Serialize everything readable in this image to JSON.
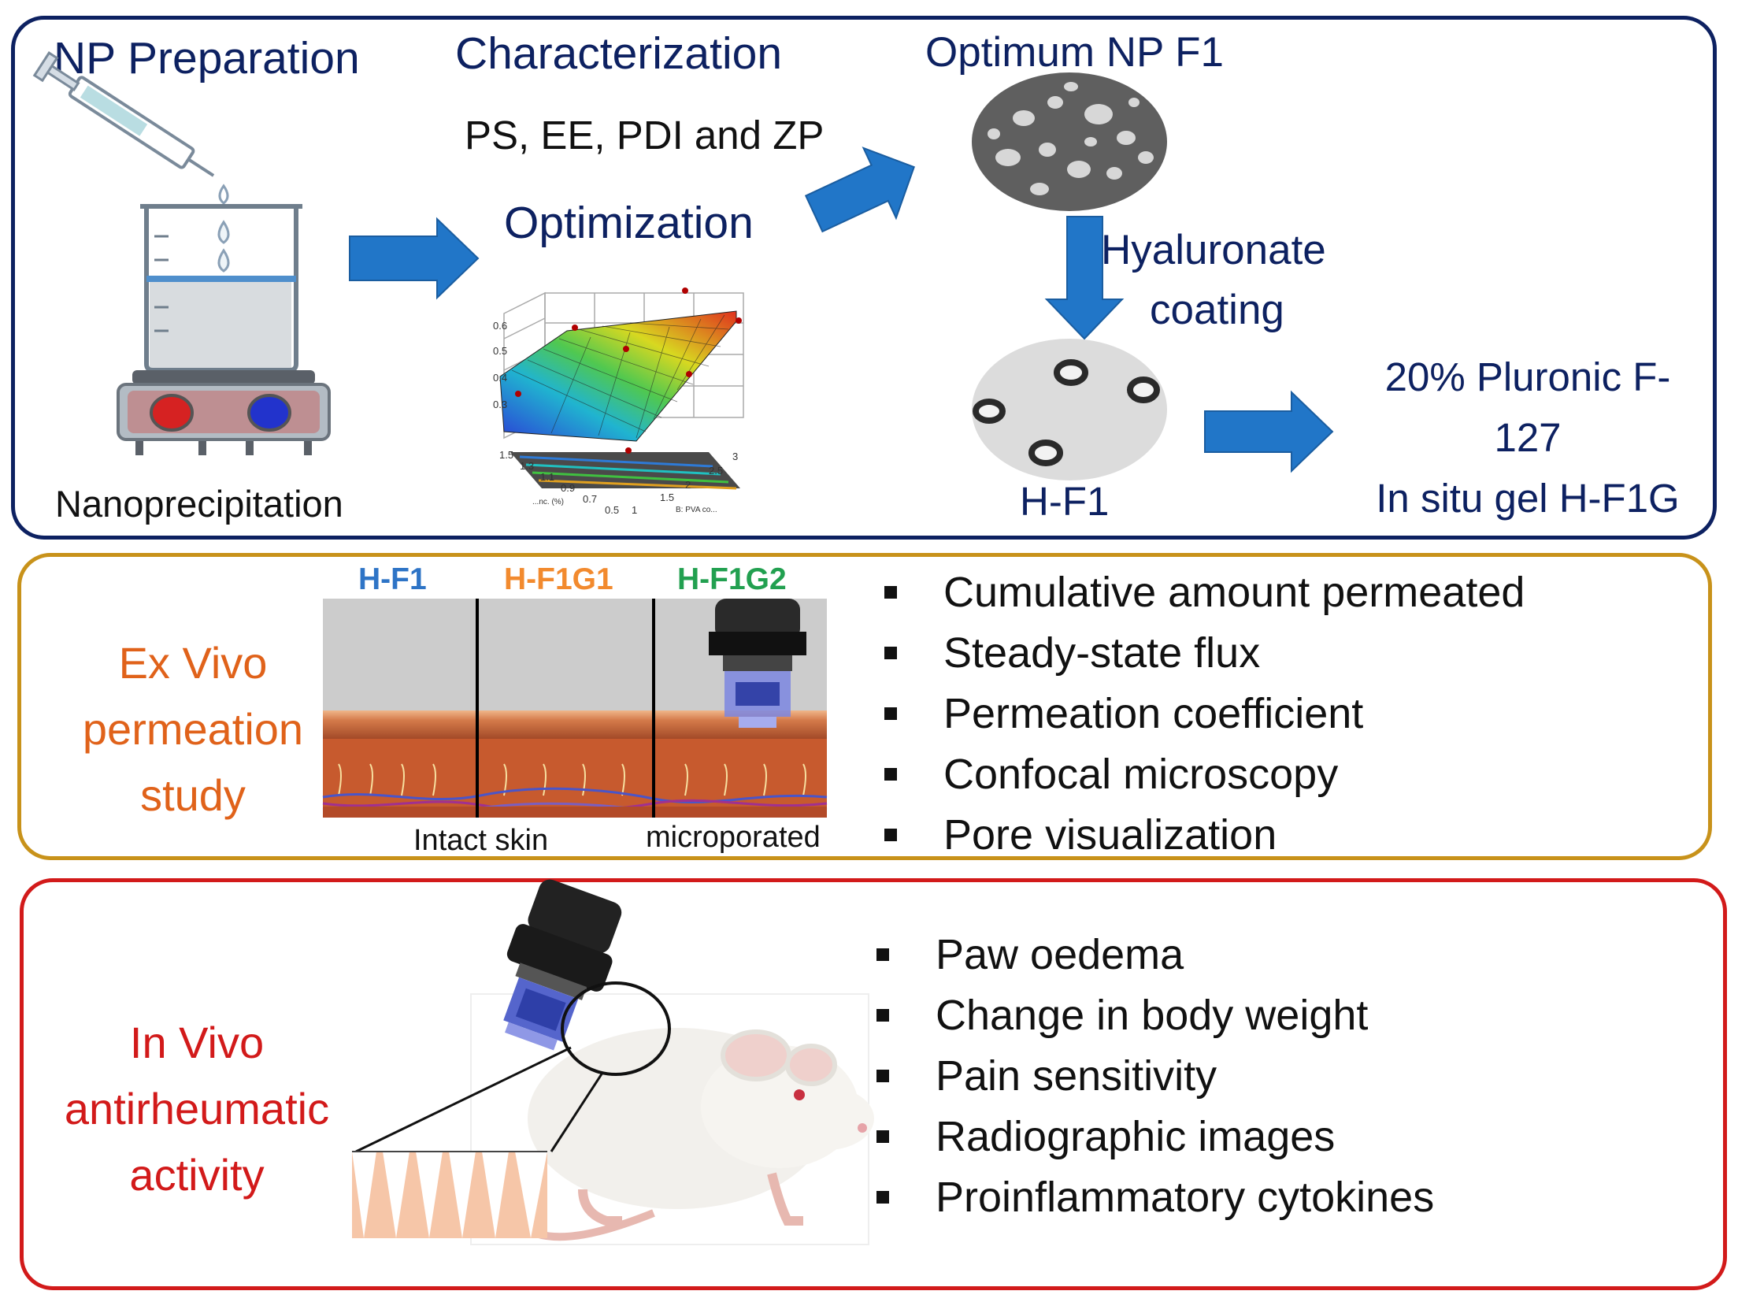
{
  "colors": {
    "navy": "#0d2161",
    "gold": "#c8921a",
    "red": "#d21a1a",
    "orange": "#e0621a",
    "arrow_blue": "#2176c8",
    "hf1_blue": "#2e74c6",
    "hf1g1_orange": "#f28a2e",
    "hf1g2_green": "#22a050"
  },
  "top": {
    "np_preparation": "NP Preparation",
    "characterization": "Characterization",
    "char_params": "PS, EE, PDI and ZP",
    "optimization": "Optimization",
    "optimum": "Optimum NP F1",
    "hyaluronate": "Hyaluronate",
    "coating": "coating",
    "hf1": "H-F1",
    "pluronic_line1": "20% Pluronic F-",
    "pluronic_line2": "127",
    "pluronic_line3": "In situ gel H-F1G",
    "nanoprecipitation": "Nanoprecipitation",
    "plot_z_ticks": [
      "0.6",
      "0.5",
      "0.4",
      "0.3"
    ],
    "plot_x_ticks": [
      "1.5",
      "1.3",
      "1.1",
      "0.9",
      "0.7",
      "0.5"
    ],
    "plot_y_ticks": [
      "1",
      "1.5",
      "2",
      "2.5",
      "3"
    ],
    "plot_x_label": "...nc. (%)",
    "plot_y_label": "B: PVA co..."
  },
  "middle": {
    "title_line1": "Ex Vivo",
    "title_line2": "permeation",
    "title_line3": "study",
    "label_hf1": "H-F1",
    "label_hf1g1": "H-F1G1",
    "label_hf1g2": "H-F1G2",
    "intact_skin": "Intact skin",
    "microporated": "microporated",
    "bullets": [
      "Cumulative amount permeated",
      "Steady-state flux",
      "Permeation coefficient",
      "Confocal microscopy",
      "Pore visualization"
    ]
  },
  "bottom": {
    "title_line1": "In Vivo",
    "title_line2": "antirheumatic",
    "title_line3": "activity",
    "bullets": [
      "Paw oedema",
      "Change in body weight",
      "Pain sensitivity",
      "Radiographic images",
      "Proinflammatory cytokines"
    ]
  }
}
